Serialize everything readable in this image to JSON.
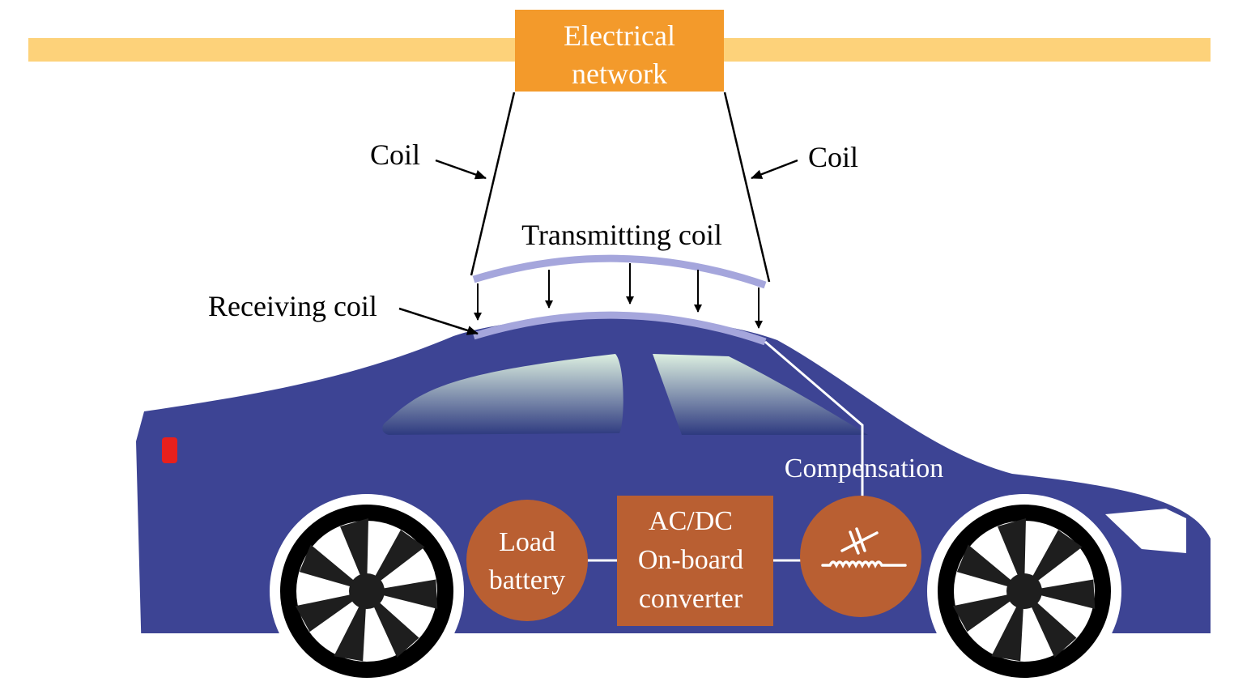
{
  "labels": {
    "network_line1": "Electrical",
    "network_line2": "network",
    "coil_left": "Coil",
    "coil_right": "Coil",
    "transmitting_coil": "Transmitting coil",
    "receiving_coil": "Receiving coil",
    "compensation": "Compensation",
    "battery_line1": "Load",
    "battery_line2": "battery",
    "converter_line1": "AC/DC",
    "converter_line2": "On-board",
    "converter_line3": "converter"
  },
  "icons": {
    "compensation": "capacitor-inductor-icon",
    "wheel": "wheel-icon"
  },
  "colors": {
    "power_line": "#fdd27a",
    "network_box": "#f39a2b",
    "car_body": "#3d4494",
    "component": "#b95f32",
    "coil": "#a5a6dc",
    "tail_light": "#e8201c"
  }
}
